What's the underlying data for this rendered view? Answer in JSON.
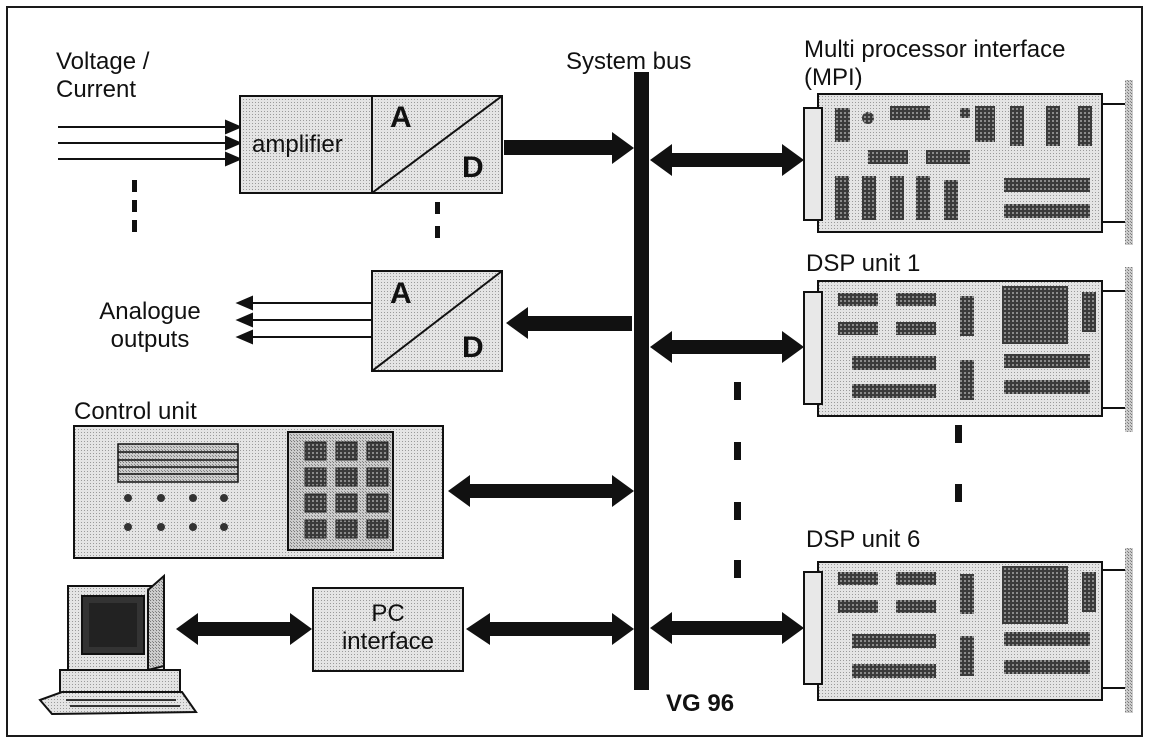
{
  "labels": {
    "voltage_current": [
      "Voltage /",
      "Current"
    ],
    "amplifier": "amplifier",
    "adc_a": "A",
    "adc_d": "D",
    "dac_a": "A",
    "dac_d": "D",
    "analogue_outputs": [
      "Analogue",
      "outputs"
    ],
    "control_unit": "Control unit",
    "pc_interface": [
      "PC",
      "interface"
    ],
    "system_bus": "System bus",
    "bus_id": "VG 96",
    "mpi": [
      "Multi processor interface",
      "(MPI)"
    ],
    "dsp1": "DSP unit 1",
    "dsp6": "DSP unit 6"
  },
  "colors": {
    "ink": "#1a1a1a",
    "box_fill": "#d8d8d8",
    "box_fill_light": "#e6e6e6",
    "card_fill": "#cfcfcf",
    "chip": "#4a4a4a"
  }
}
